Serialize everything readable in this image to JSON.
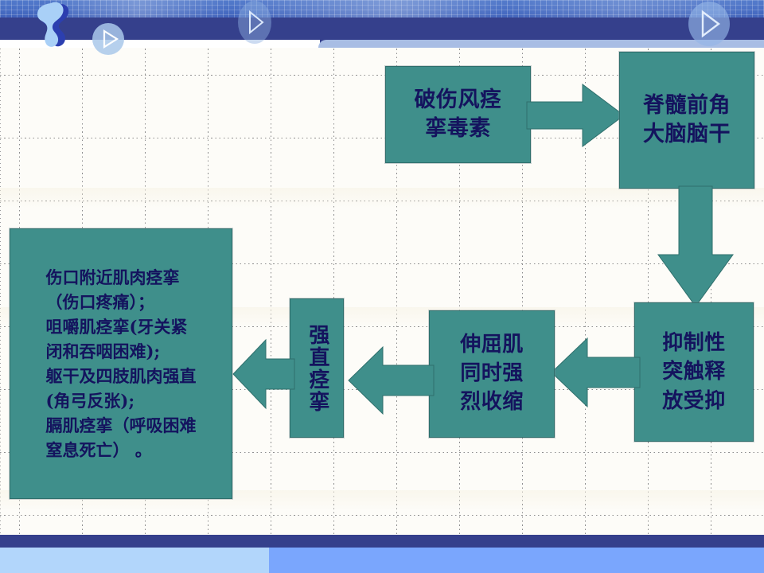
{
  "slide": {
    "background_color": "#fdfcf8",
    "accent_teal": "#3f8f8b",
    "text_navy": "#14135e",
    "header_band_color": "#35408c",
    "footer_left_color": "#b2d6fb",
    "footer_right_color": "#7aa6fd"
  },
  "header": {
    "logo_name": "butterfly-logo",
    "play_button_left": "play-triangle-icon",
    "play_button_center": "play-triangle-icon",
    "play_button_right": "play-triangle-icon"
  },
  "diagram": {
    "type": "flowchart",
    "nodes": [
      {
        "id": "toxin",
        "label": "破伤风痉\n挛毒素",
        "position": "top-left"
      },
      {
        "id": "cns",
        "label": "脊髓前角\n大脑脑干",
        "position": "top-right"
      },
      {
        "id": "inhibition",
        "label": "抑制性\n突触释\n放受抑",
        "position": "bottom-right"
      },
      {
        "id": "contraction",
        "label": "伸屈肌\n同时强\n烈收缩",
        "position": "bottom-center-right"
      },
      {
        "id": "tonic-spasm",
        "label": "强直痉挛",
        "position": "bottom-center-left",
        "orientation": "vertical"
      },
      {
        "id": "symptoms",
        "label": "伤口附近肌肉痉挛\n（伤口疼痛）；\n咀嚼肌痉挛(牙关紧\n闭和吞咽困难);\n躯干及四肢肌肉强直\n(角弓反张);\n膈肌痉挛（呼吸困难\n窒息死亡） 。",
        "position": "bottom-left"
      }
    ],
    "arrows": [
      {
        "id": "toxin-to-cns",
        "direction": "right",
        "icon": "block-arrow-right-icon"
      },
      {
        "id": "cns-to-inhibition",
        "direction": "down",
        "icon": "block-arrow-down-icon"
      },
      {
        "id": "inhibition-to-contraction",
        "direction": "left",
        "icon": "block-arrow-left-icon"
      },
      {
        "id": "contraction-to-tonic",
        "direction": "left",
        "icon": "block-arrow-left-icon"
      },
      {
        "id": "tonic-to-symptoms",
        "direction": "left",
        "icon": "block-arrow-left-icon"
      }
    ]
  }
}
